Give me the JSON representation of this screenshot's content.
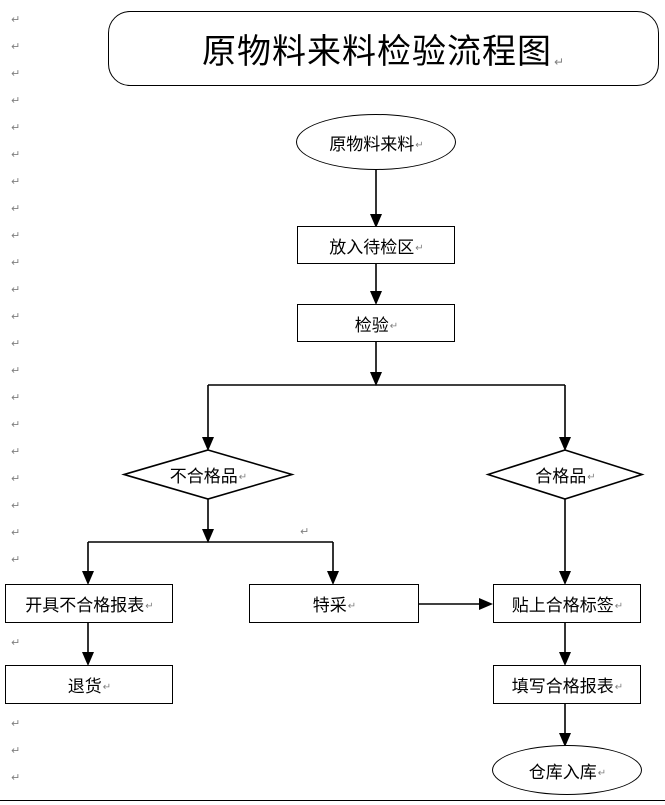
{
  "document": {
    "title": "原物料来料检验流程图",
    "pilcrow_glyph": "↵"
  },
  "nodes": {
    "start": {
      "label": "原物料来料",
      "shape": "ellipse"
    },
    "quarantine": {
      "label": "放入待检区",
      "shape": "rectangle"
    },
    "inspect": {
      "label": "检验",
      "shape": "rectangle"
    },
    "reject_decision": {
      "label": "不合格品",
      "shape": "diamond"
    },
    "accept_decision": {
      "label": "合格品",
      "shape": "diamond"
    },
    "issue_report": {
      "label": "开具不合格报表",
      "shape": "rectangle"
    },
    "special_accept": {
      "label": "特采",
      "shape": "rectangle"
    },
    "attach_label": {
      "label": "贴上合格标签",
      "shape": "rectangle"
    },
    "return_goods": {
      "label": "退货",
      "shape": "rectangle"
    },
    "fill_report": {
      "label": "填写合格报表",
      "shape": "rectangle"
    },
    "warehouse": {
      "label": "仓库入库",
      "shape": "ellipse"
    }
  },
  "margin_marks": {
    "glyph": "↵",
    "count": 26,
    "color": "#808080"
  },
  "colors": {
    "stroke": "#000000",
    "background": "#ffffff",
    "mark": "#808080"
  }
}
